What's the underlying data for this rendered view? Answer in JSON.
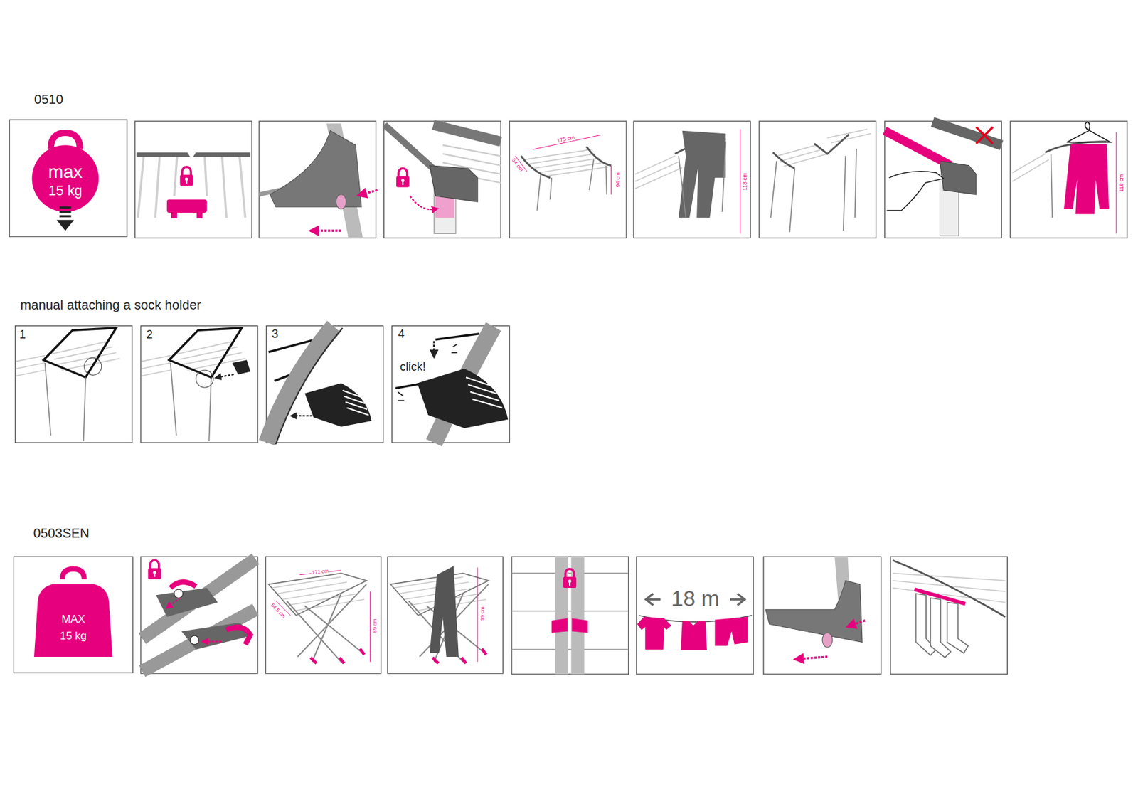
{
  "diagram": {
    "labels": [
      "0510",
      "max",
      "15 kg",
      "175 cm",
      "54 cm",
      "94 cm",
      "118 cm",
      "118 cm",
      "manual attaching a sock holder",
      "1",
      "2",
      "3",
      "4",
      "click!",
      "0503SEN",
      "MAX",
      "15 kg",
      "171 cm",
      "54.5 cm",
      "89 cm",
      "99 cm",
      "18 m"
    ]
  }
}
